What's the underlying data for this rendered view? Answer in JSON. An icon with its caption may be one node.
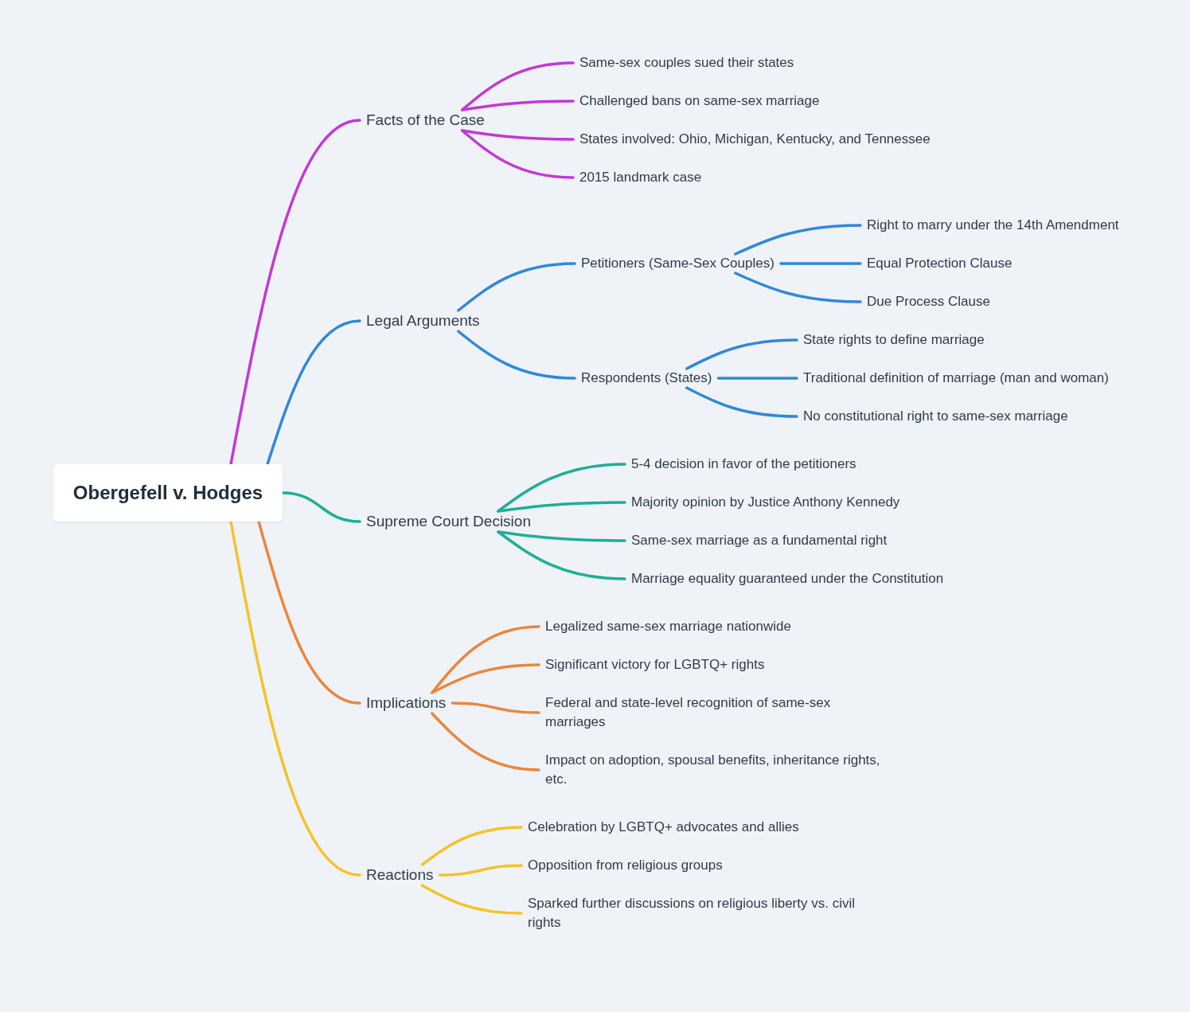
{
  "diagram": {
    "nodes": [
      {
        "text": [
          "Obergefell v. Hodges"
        ]
      },
      {
        "text": [
          "Facts of the Case"
        ]
      },
      {
        "text": [
          "Same-sex couples sued their states"
        ]
      },
      {
        "text": [
          "Challenged bans on same-sex marriage"
        ]
      },
      {
        "text": [
          "States involved: Ohio, Michigan, Kentucky, and Tennessee"
        ]
      },
      {
        "text": [
          "2015 landmark case"
        ]
      },
      {
        "text": [
          "Legal Arguments"
        ]
      },
      {
        "text": [
          "Petitioners (Same-Sex Couples)"
        ]
      },
      {
        "text": [
          "Right to marry under the 14th Amendment"
        ]
      },
      {
        "text": [
          "Equal Protection Clause"
        ]
      },
      {
        "text": [
          "Due Process Clause"
        ]
      },
      {
        "text": [
          "Respondents (States)"
        ]
      },
      {
        "text": [
          "State rights to define marriage"
        ]
      },
      {
        "text": [
          "Traditional definition of marriage (man and woman)"
        ]
      },
      {
        "text": [
          "No constitutional right to same-sex marriage"
        ]
      },
      {
        "text": [
          "Supreme Court Decision"
        ]
      },
      {
        "text": [
          "5-4 decision in favor of the petitioners"
        ]
      },
      {
        "text": [
          "Majority opinion by Justice Anthony Kennedy"
        ]
      },
      {
        "text": [
          "Same-sex marriage as a fundamental right"
        ]
      },
      {
        "text": [
          "Marriage equality guaranteed under the Constitution"
        ]
      },
      {
        "text": [
          "Implications"
        ]
      },
      {
        "text": [
          "Legalized same-sex marriage nationwide"
        ]
      },
      {
        "text": [
          "Significant victory for LGBTQ+ rights"
        ]
      },
      {
        "text": [
          "Federal and state-level recognition of same-sex marriages"
        ]
      },
      {
        "text": [
          "Impact on adoption, spousal benefits, inheritance rights, etc."
        ]
      },
      {
        "text": [
          "Reactions"
        ]
      },
      {
        "text": [
          "Celebration by LGBTQ+ advocates and allies"
        ]
      },
      {
        "text": [
          "Opposition from religious groups"
        ]
      },
      {
        "text": [
          "Sparked further discussions on religious liberty vs. civil rights"
        ]
      }
    ],
    "edges": [
      {
        "from": 0,
        "to": 1,
        "arrow": "none",
        "color": "#c437d6"
      },
      {
        "from": 1,
        "to": 2,
        "arrow": "none",
        "color": "#c437d6"
      },
      {
        "from": 1,
        "to": 3,
        "arrow": "none",
        "color": "#c437d6"
      },
      {
        "from": 1,
        "to": 4,
        "arrow": "none",
        "color": "#c437d6"
      },
      {
        "from": 1,
        "to": 5,
        "arrow": "none",
        "color": "#c437d6"
      },
      {
        "from": 0,
        "to": 6,
        "arrow": "none",
        "color": "#2f88dc"
      },
      {
        "from": 6,
        "to": 7,
        "arrow": "none",
        "color": "#2f88dc"
      },
      {
        "from": 7,
        "to": 8,
        "arrow": "none",
        "color": "#2f88dc"
      },
      {
        "from": 7,
        "to": 9,
        "arrow": "none",
        "color": "#2f88dc"
      },
      {
        "from": 7,
        "to": 10,
        "arrow": "none",
        "color": "#2f88dc"
      },
      {
        "from": 6,
        "to": 11,
        "arrow": "none",
        "color": "#2f88dc"
      },
      {
        "from": 11,
        "to": 12,
        "arrow": "none",
        "color": "#2f88dc"
      },
      {
        "from": 11,
        "to": 13,
        "arrow": "none",
        "color": "#2f88dc"
      },
      {
        "from": 11,
        "to": 14,
        "arrow": "none",
        "color": "#2f88dc"
      },
      {
        "from": 0,
        "to": 15,
        "arrow": "none",
        "color": "#1eae98"
      },
      {
        "from": 15,
        "to": 16,
        "arrow": "none",
        "color": "#1eae98"
      },
      {
        "from": 15,
        "to": 17,
        "arrow": "none",
        "color": "#1eae98"
      },
      {
        "from": 15,
        "to": 18,
        "arrow": "none",
        "color": "#1eae98"
      },
      {
        "from": 15,
        "to": 19,
        "arrow": "none",
        "color": "#1eae98"
      },
      {
        "from": 0,
        "to": 20,
        "arrow": "none",
        "color": "#ea863c"
      },
      {
        "from": 20,
        "to": 21,
        "arrow": "none",
        "color": "#ea863c"
      },
      {
        "from": 20,
        "to": 22,
        "arrow": "none",
        "color": "#ea863c"
      },
      {
        "from": 20,
        "to": 23,
        "arrow": "none",
        "color": "#ea863c"
      },
      {
        "from": 20,
        "to": 24,
        "arrow": "none",
        "color": "#ea863c"
      },
      {
        "from": 0,
        "to": 25,
        "arrow": "none",
        "color": "#f6c226"
      },
      {
        "from": 25,
        "to": 26,
        "arrow": "none",
        "color": "#f6c226"
      },
      {
        "from": 25,
        "to": 27,
        "arrow": "none",
        "color": "#f6c226"
      },
      {
        "from": 25,
        "to": 28,
        "arrow": "none",
        "color": "#f6c226"
      }
    ]
  }
}
